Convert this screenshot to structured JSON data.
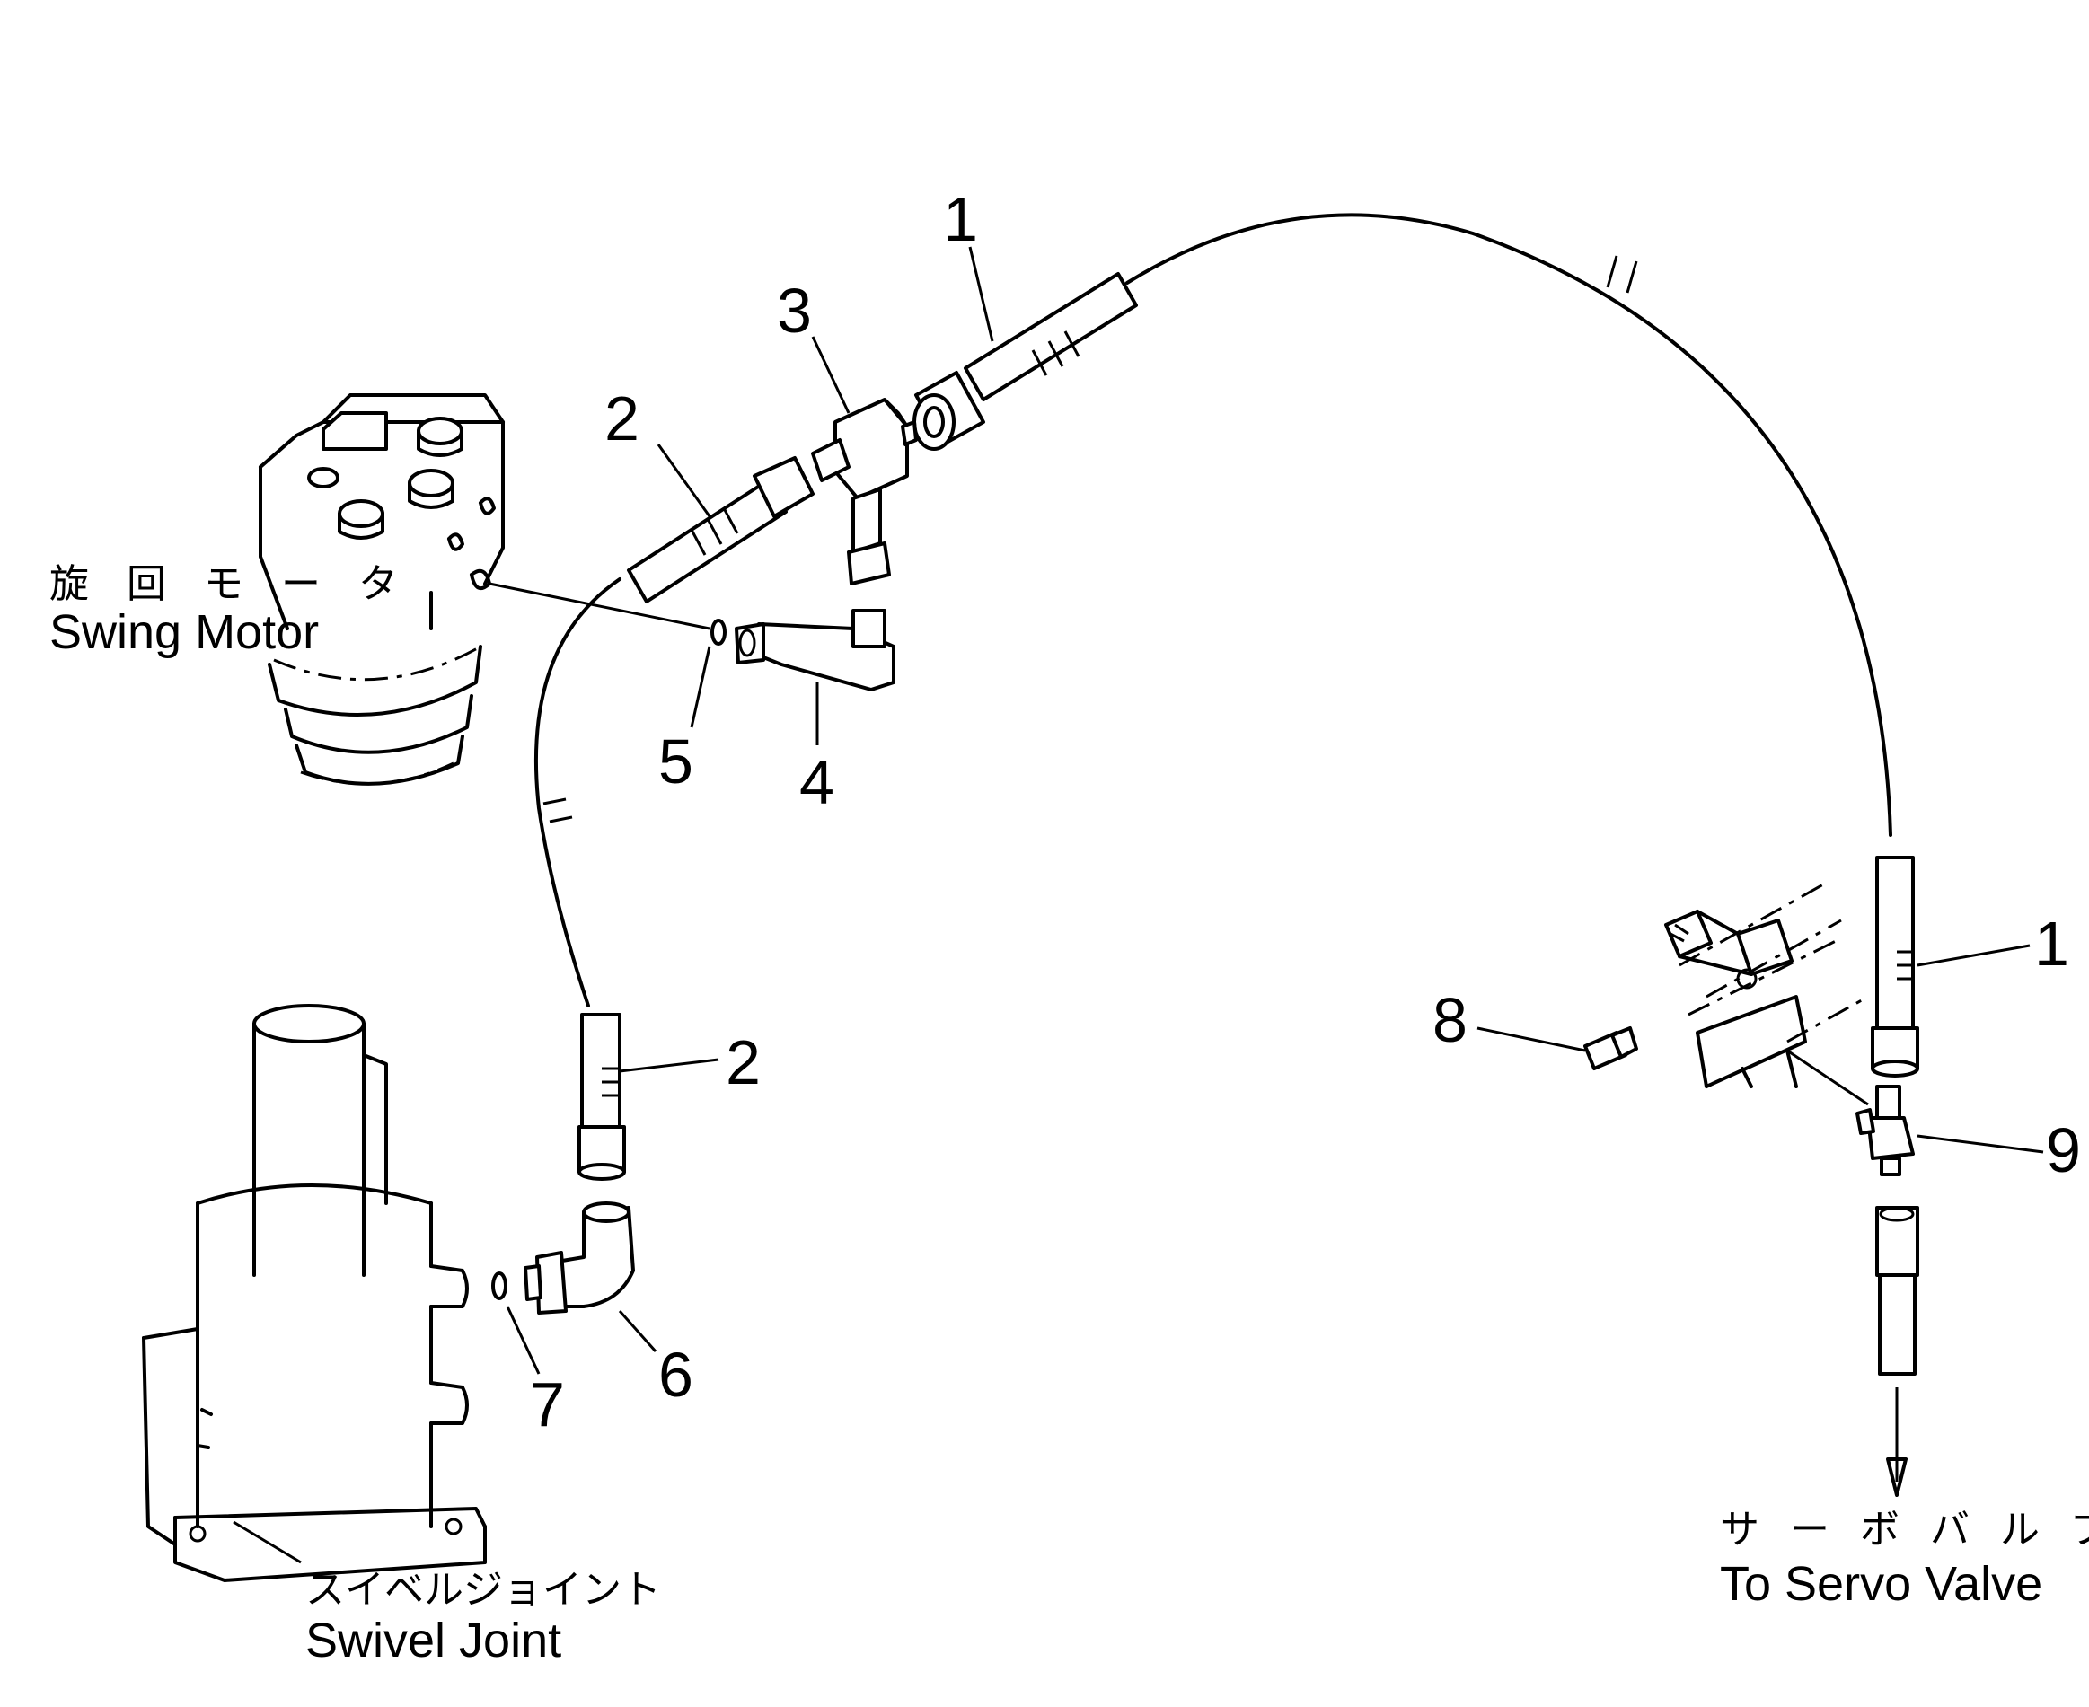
{
  "labels": {
    "swing_motor_jp": "旋 回 モ ー タ",
    "swing_motor_en": "Swing Motor",
    "swivel_joint_jp": "スイベルジョイント",
    "swivel_joint_en": "Swivel Joint",
    "servo_valve_jp": "サ ー ボ バ ル ブ へ",
    "servo_valve_en": "To Servo Valve"
  },
  "callouts": {
    "c1_top": "1",
    "c1_right": "1",
    "c2_top": "2",
    "c2_lower": "2",
    "c3": "3",
    "c4": "4",
    "c5": "5",
    "c6": "6",
    "c7": "7",
    "c8": "8",
    "c9": "9"
  }
}
